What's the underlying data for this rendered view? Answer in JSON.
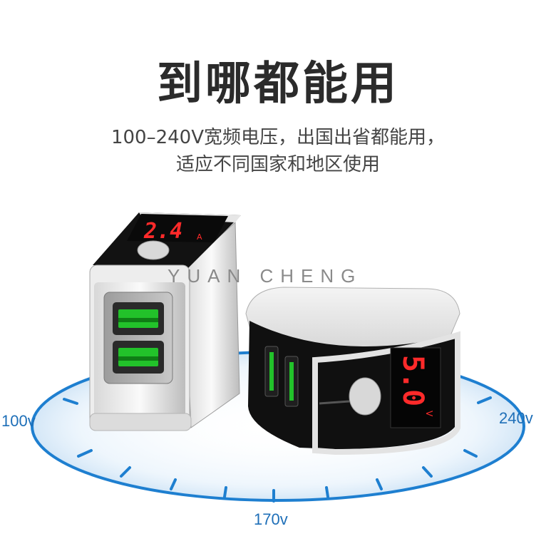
{
  "headline": "到哪都能用",
  "subtitle_line1": "100–240V宽频电压，出国出省都能用，",
  "subtitle_line2": "适应不同国家和地区使用",
  "watermark": "YUAN CHENG",
  "dial": {
    "label_left": "100v",
    "label_bottom": "170v",
    "label_right": "240v",
    "color": "#1e7fd0"
  },
  "charger_left": {
    "display": "2.4",
    "unit": "A",
    "usb_ports": 2
  },
  "charger_right": {
    "display": "5.0",
    "unit": "V",
    "usb_ports": 2
  },
  "colors": {
    "display_red": "#ff2a2a",
    "usb_green": "#22c22a"
  }
}
